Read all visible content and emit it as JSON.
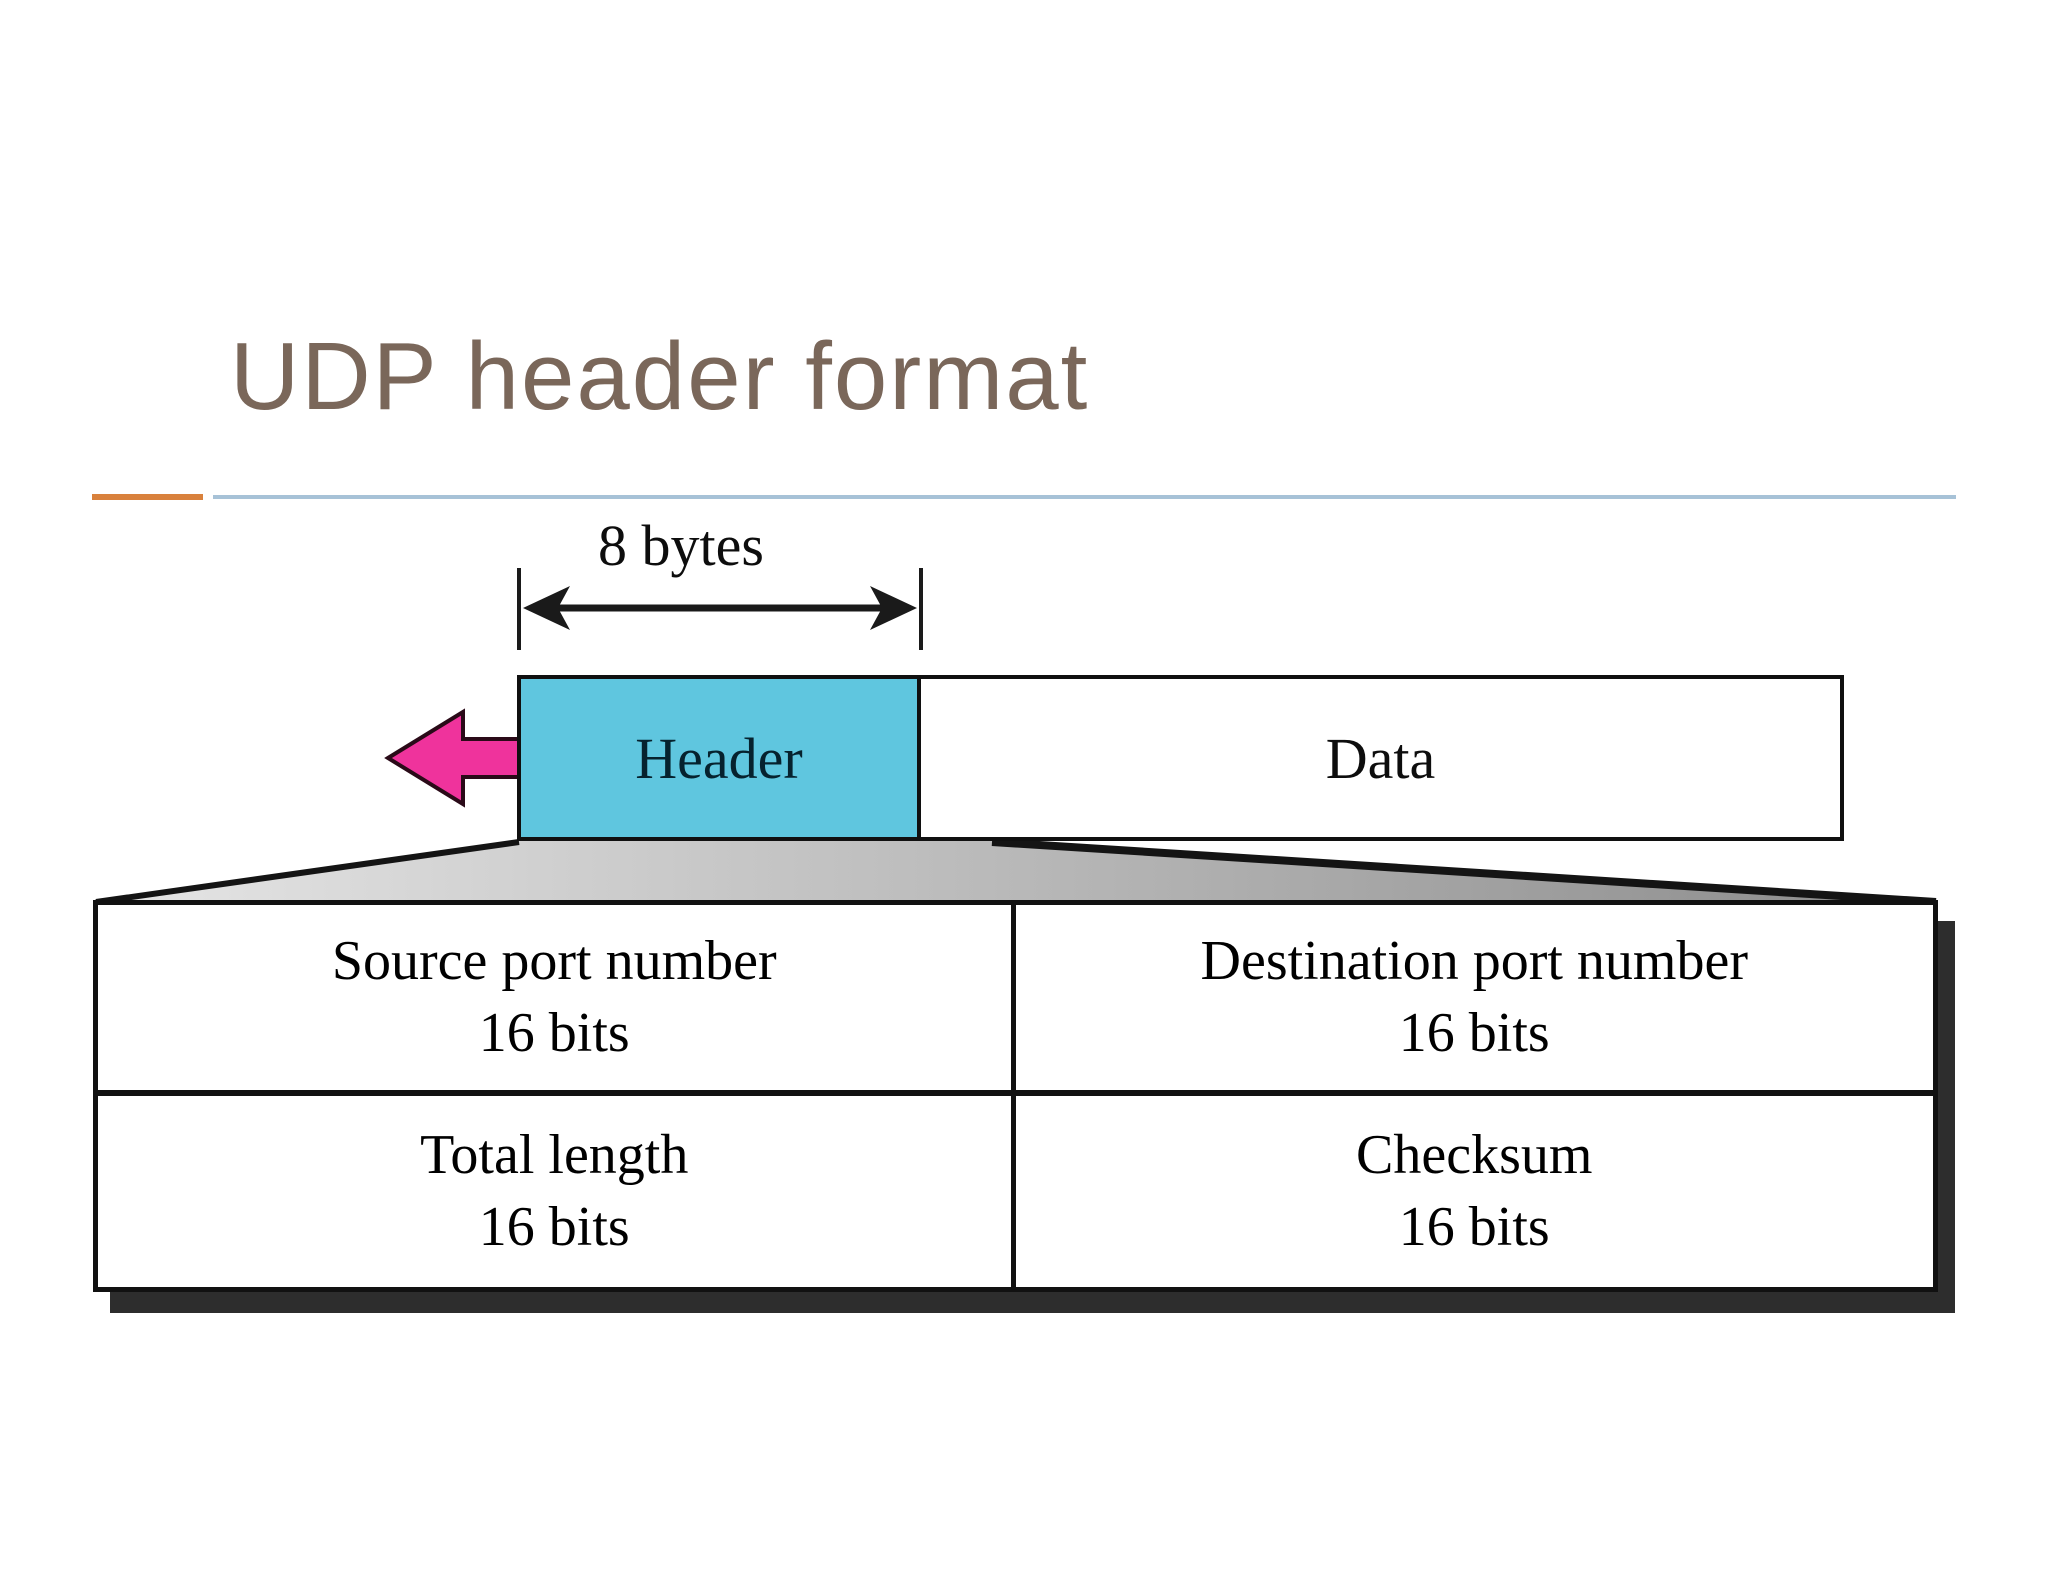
{
  "title": "UDP header format",
  "diagram": {
    "dimension_label": "8 bytes",
    "header_label": "Header",
    "data_label": "Data"
  },
  "table": {
    "cells": [
      {
        "label": "Source port number",
        "size": "16 bits"
      },
      {
        "label": "Destination port number",
        "size": "16 bits"
      },
      {
        "label": "Total length",
        "size": "16 bits"
      },
      {
        "label": "Checksum",
        "size": "16 bits"
      }
    ]
  },
  "colors": {
    "title_text": "#7A675A",
    "accent_orange": "#D9813C",
    "accent_blue": "#A7C2D7",
    "header_box_fill": "#5FC6DF",
    "arrow_pink": "#EF339C",
    "box_border": "#101010",
    "table_shadow": "#2D2D2D"
  }
}
